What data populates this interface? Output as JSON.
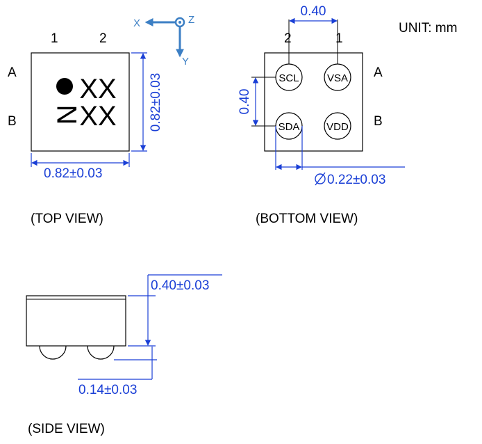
{
  "unit_label": "UNIT: mm",
  "top_view": {
    "caption": "(TOP VIEW)",
    "columns": [
      "1",
      "2"
    ],
    "rows": [
      "A",
      "B"
    ],
    "marking_line1": "XX",
    "marking_line2_rotated": "N",
    "marking_line2": "XX",
    "width_dim": "0.82±0.03",
    "height_dim": "0.82±0.03"
  },
  "axes": {
    "x_label": "X",
    "y_label": "Y",
    "z_label": "Z",
    "color": "#3c7fc4"
  },
  "bottom_view": {
    "caption": "(BOTTOM VIEW)",
    "columns": [
      "2",
      "1"
    ],
    "rows": [
      "A",
      "B"
    ],
    "pads": [
      "SCL",
      "VSA",
      "SDA",
      "VDD"
    ],
    "pitch_h_dim": "0.40",
    "pitch_v_dim": "0.40",
    "diameter_dim": "0.22±0.03"
  },
  "side_view": {
    "caption": "(SIDE VIEW)",
    "height_dim": "0.40±0.03",
    "ball_dim": "0.14±0.03"
  },
  "colors": {
    "dimension": "#1a3fd6",
    "axis": "#3c7fc4",
    "outline": "#000000"
  }
}
